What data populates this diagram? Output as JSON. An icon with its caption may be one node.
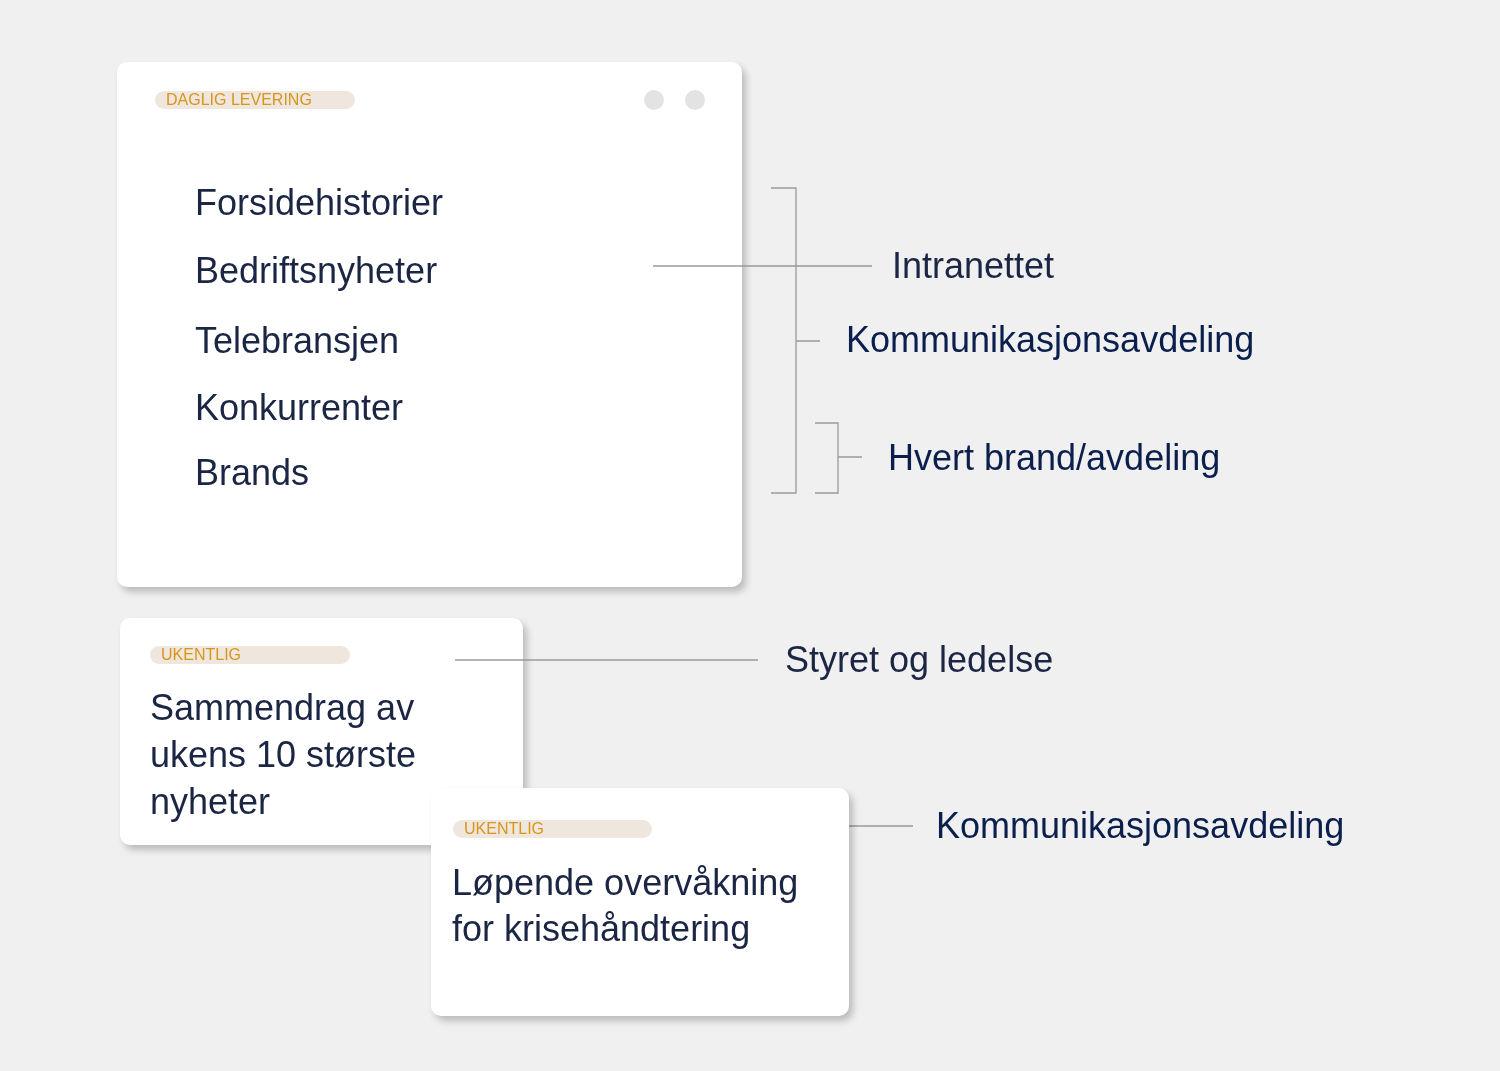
{
  "diagram": {
    "nodes": [
      {
        "text": [
          "Forsidehistorier",
          "Bedriftsnyheter",
          "Telebransjen",
          "Konkurrenter",
          "Brands"
        ]
      },
      {
        "text": [
          "DAGLIG LEVERING"
        ],
        "in": 0
      },
      {
        "text": [
          "Intranettet"
        ]
      },
      {
        "text": [
          "Sammendrag av ukens 10 største nyheter"
        ]
      },
      {
        "text": [
          "UKENTLIG"
        ],
        "in": 3
      },
      {
        "text": [
          "Styret og ledelse"
        ]
      },
      {
        "text": [
          "Løpende overvåkning for krisehåndtering"
        ]
      },
      {
        "text": [
          "UKENTLIG"
        ],
        "in": 6
      },
      {
        "text": [
          "Kommunikasjonsavdeling"
        ]
      }
    ],
    "edges": [
      {
        "from": 0,
        "to": 2,
        "arrow": "none"
      },
      {
        "from": 3,
        "to": 5,
        "arrow": "none"
      },
      {
        "from": 6,
        "to": 8,
        "arrow": "none"
      }
    ],
    "labels": [
      "Kommunikasjonsavdeling",
      "Hvert brand/avdeling"
    ]
  }
}
